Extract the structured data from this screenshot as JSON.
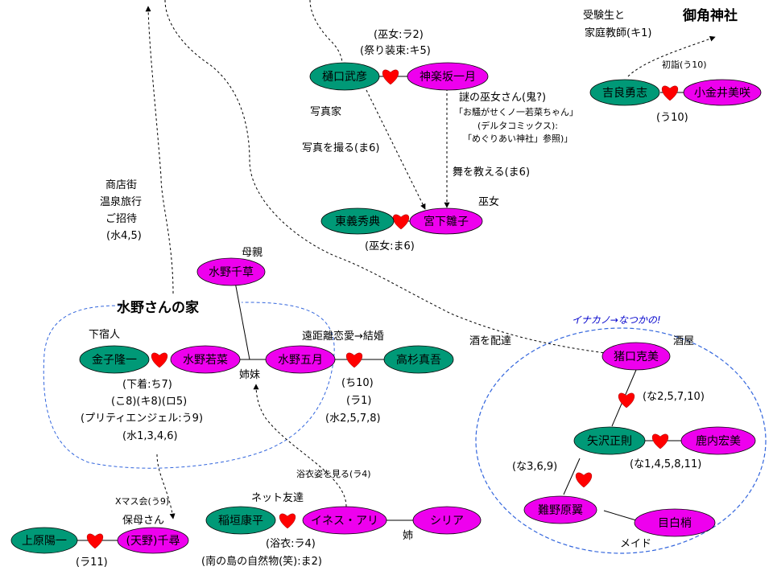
{
  "colors": {
    "female": "#ee00ee",
    "male": "#009977",
    "heart": "#ff0000",
    "group": "#3366dd"
  },
  "nodes": [
    {
      "id": "higuchi",
      "label": "樋口武彦",
      "gender": "male"
    },
    {
      "id": "kagurazaka",
      "label": "神楽坂一月",
      "gender": "female"
    },
    {
      "id": "kira",
      "label": "吉良勇志",
      "gender": "male"
    },
    {
      "id": "koganei",
      "label": "小金井美咲",
      "gender": "female"
    },
    {
      "id": "tougi",
      "label": "東義秀典",
      "gender": "male"
    },
    {
      "id": "miyashita",
      "label": "宮下雛子",
      "gender": "female"
    },
    {
      "id": "chigusa",
      "label": "水野千草",
      "gender": "female"
    },
    {
      "id": "kaneko",
      "label": "金子隆一",
      "gender": "male"
    },
    {
      "id": "wakana",
      "label": "水野若菜",
      "gender": "female"
    },
    {
      "id": "satsuki",
      "label": "水野五月",
      "gender": "female"
    },
    {
      "id": "takasugi",
      "label": "高杉真吾",
      "gender": "male"
    },
    {
      "id": "inoguchi",
      "label": "猪口克美",
      "gender": "female"
    },
    {
      "id": "yazawa",
      "label": "矢沢正則",
      "gender": "male"
    },
    {
      "id": "kanouchi",
      "label": "鹿内宏美",
      "gender": "female"
    },
    {
      "id": "nanno",
      "label": "難野原翼",
      "gender": "female"
    },
    {
      "id": "mejiro",
      "label": "目白梢",
      "gender": "female"
    },
    {
      "id": "uehara",
      "label": "上原陽一",
      "gender": "male"
    },
    {
      "id": "chihiro",
      "label": "(天野)千尋",
      "gender": "female"
    },
    {
      "id": "inagaki",
      "label": "稲垣康平",
      "gender": "male"
    },
    {
      "id": "ines",
      "label": "イネス・アリ",
      "gender": "female"
    },
    {
      "id": "shiria",
      "label": "シリア",
      "gender": "female"
    }
  ],
  "labels": {
    "jukensei": "受験生と",
    "katei": "家庭教師(キ1)",
    "gokaku": "御角神社",
    "hatsumoude": "初詣(う10)",
    "u10": "(う10)",
    "miko_ra2": "(巫女:ラ2)",
    "matsuri": "(祭り装束:キ5)",
    "nazo": "謎の巫女さん(鬼?)",
    "osawage": "「お騒がせくノ一若菜ちゃん」",
    "delta": "(デルタコミックス):",
    "meguri": "「めぐりあい神社」参照)」",
    "shashinka": "写真家",
    "shashin_toru": "写真を撮る(ま6)",
    "mai": "舞を教える(ま6)",
    "miko": "巫女",
    "miko_ma6": "(巫女:ま6)",
    "shoutengai": "商店街",
    "onsen": "温泉旅行",
    "goshoutai": "ご招待",
    "mizu45": "(水4,5)",
    "hahaoya": "母親",
    "mizuno_ie": "水野さんの家",
    "geshuku": "下宿人",
    "enkyori": "遠距離恋愛→結婚",
    "sake_haitatsu": "酒を配達",
    "inakano": "イナカノ→なつかの!",
    "sakaya": "酒屋",
    "shimai": "姉妹",
    "shitagi": "(下着:ち7)",
    "ko8": "(こ8)(キ8)(ロ5)",
    "pretty": "(プリティエンジェル:う9)",
    "mizu1346": "(水1,3,4,6)",
    "chi10": "(ち10)",
    "ra1": "(ラ1)",
    "mizu2578": "(水2,5,7,8)",
    "na25710": "(な2,5,7,10)",
    "na145811": "(な1,4,5,8,11)",
    "na369": "(な3,6,9)",
    "maid": "メイド",
    "xmas": "Xマス会(う9)",
    "hobo": "保母さん",
    "ra11": "(ラ11)",
    "yukata_miru": "浴衣姿を見る(ラ4)",
    "net": "ネット友達",
    "yukata_ra4": "(浴衣:ラ4)",
    "minami": "(南の島の自然物(笑):ま2)",
    "ane": "姉"
  }
}
